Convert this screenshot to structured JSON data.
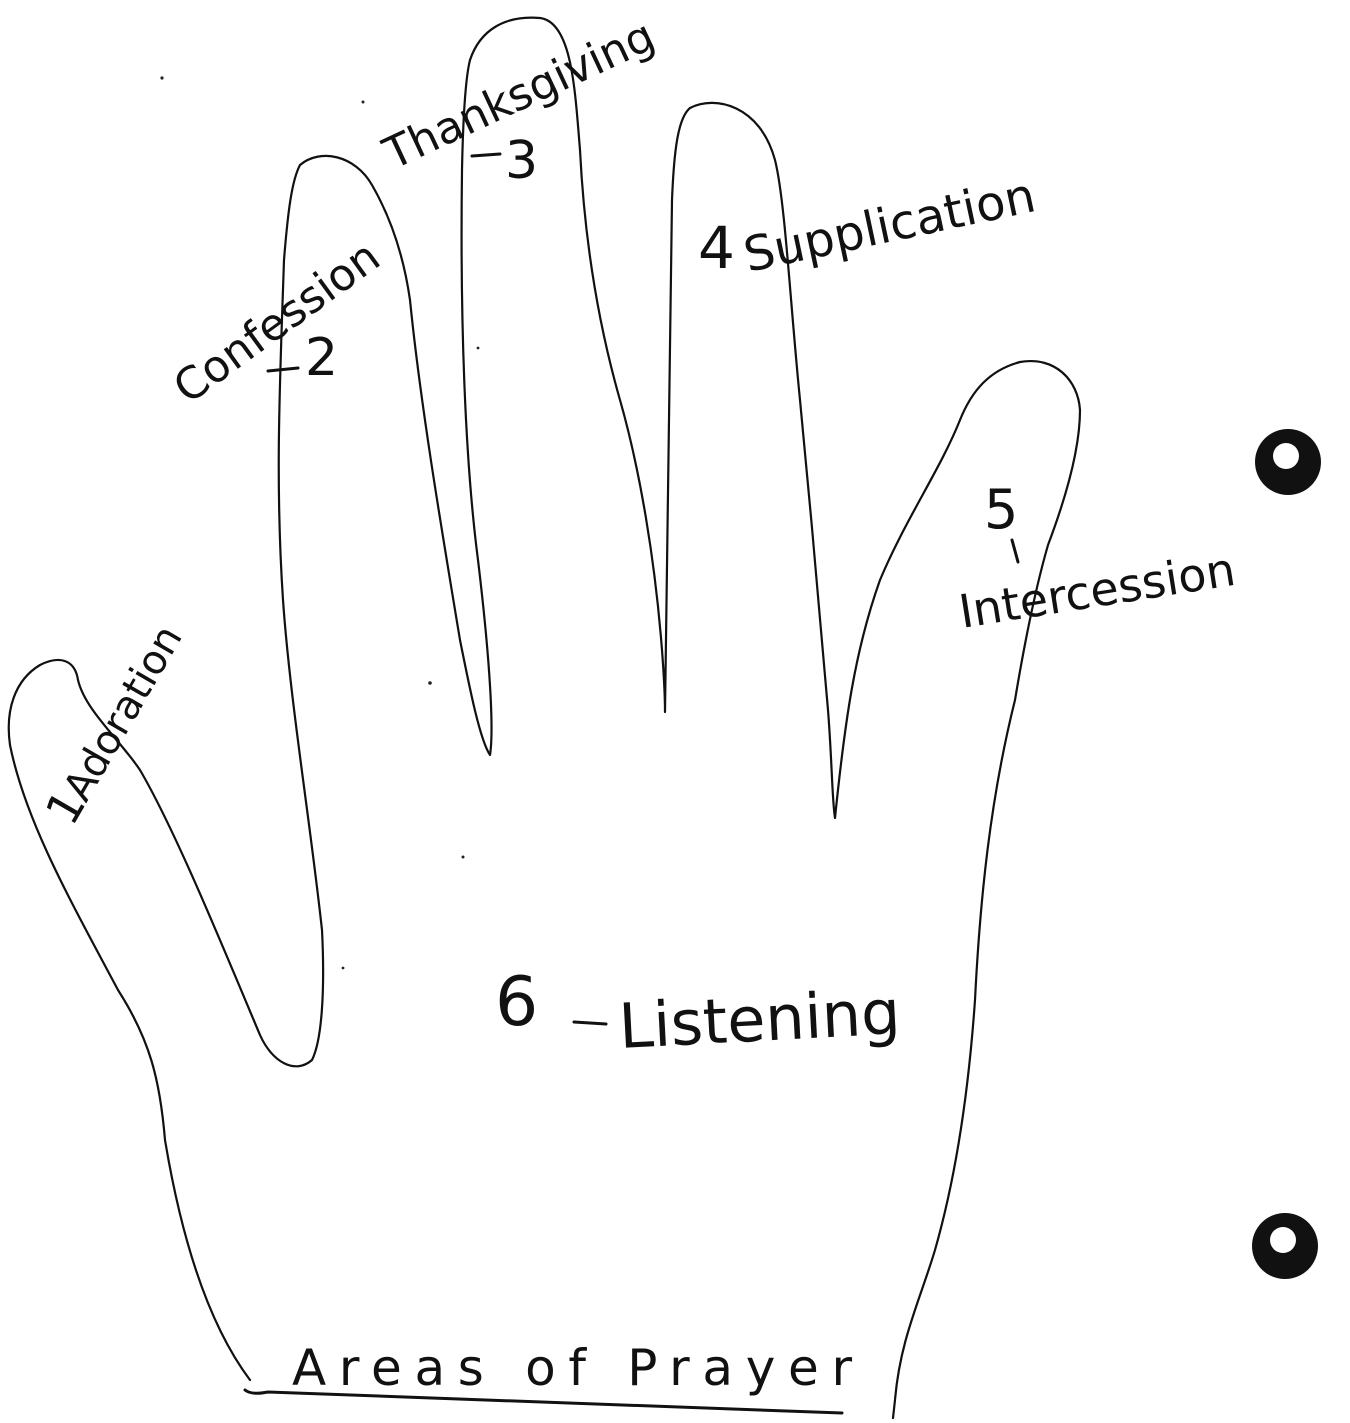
{
  "title": "Areas of Prayer",
  "fingers": [
    {
      "number": "1",
      "label": "Adoration"
    },
    {
      "number": "2",
      "label": "Confession"
    },
    {
      "number": "3",
      "label": "Thanksgiving"
    },
    {
      "number": "4",
      "label": "Supplication"
    },
    {
      "number": "5",
      "label": "Intercession"
    }
  ],
  "palm": {
    "number": "6",
    "label": "Listening"
  },
  "colors": {
    "ink": "#111111",
    "paper": "#ffffff"
  }
}
